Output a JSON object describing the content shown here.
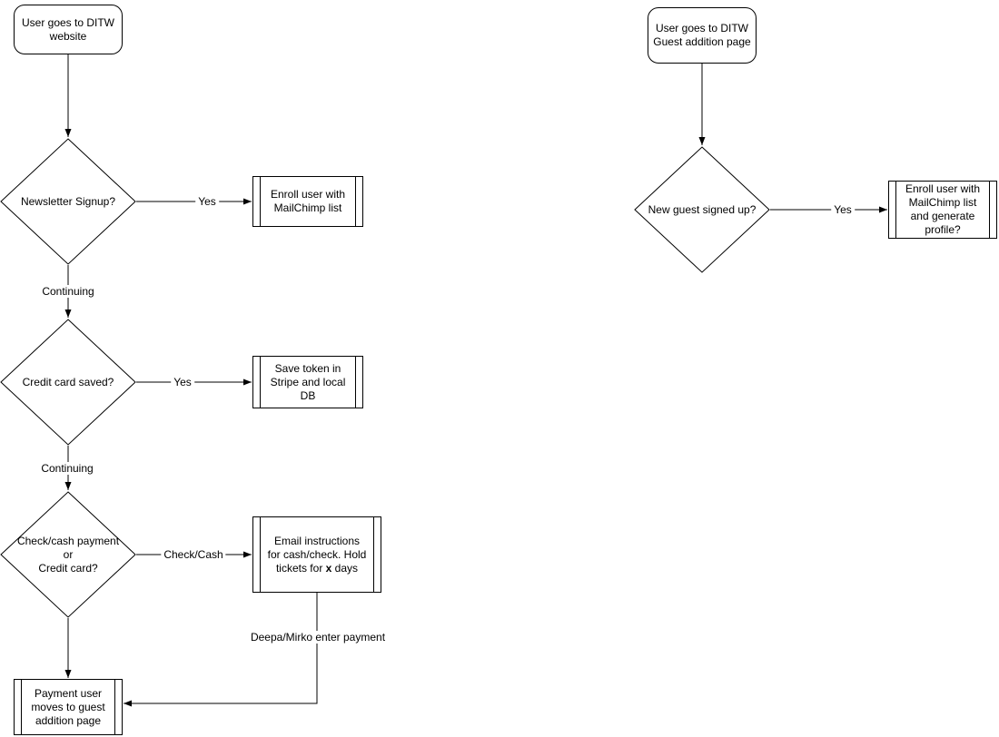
{
  "left": {
    "start": "User goes to DITW\nwebsite",
    "decision1": "Newsletter Signup?",
    "process1": "Enroll user with\nMailChimp list",
    "label_yes1": "Yes",
    "label_continuing1": "Continuing",
    "decision2": "Credit card saved?",
    "process2": "Save token in\nStripe and local\nDB",
    "label_yes2": "Yes",
    "label_continuing2": "Continuing",
    "decision3": "Check/cash payment\nor\nCredit card?",
    "process3_pre": "Email instructions\nfor cash/check. Hold\ntickets for ",
    "process3_bold": "x",
    "process3_post": " days",
    "label_checkcash": "Check/Cash",
    "label_deepa": "Deepa/Mirko enter payment",
    "end": "Payment user\nmoves to guest\naddition page"
  },
  "right": {
    "start": "User goes to DITW\nGuest addition page",
    "decision1": "New guest signed up?",
    "process1": "Enroll user with\nMailChimp list\nand generate\nprofile?",
    "label_yes": "Yes"
  },
  "colors": {
    "stroke": "#000000",
    "fill": "#ffffff"
  }
}
